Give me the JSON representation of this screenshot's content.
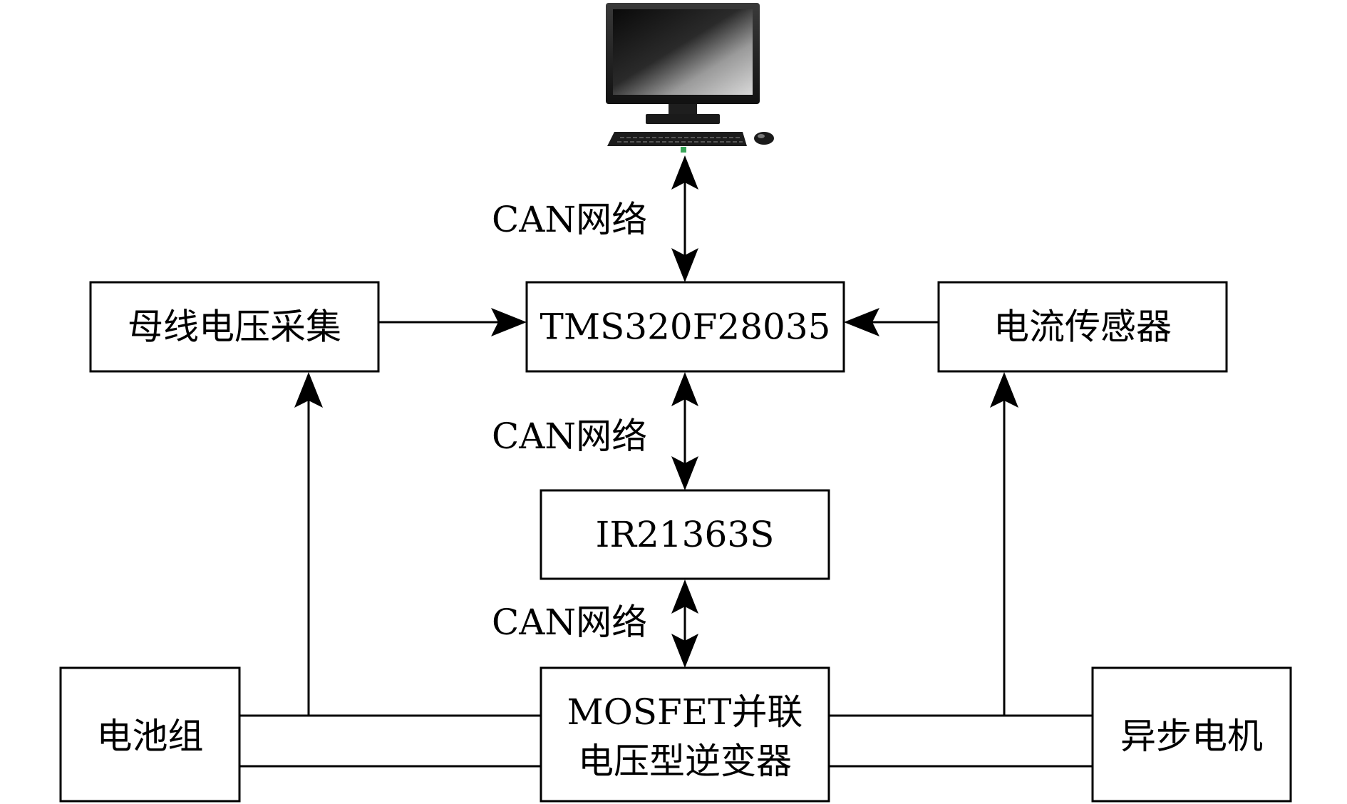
{
  "nodes": {
    "pc": {
      "kind": "computer"
    },
    "dsp": {
      "label": "TMS320F28035"
    },
    "bus_voltage": {
      "label": "母线电压采集"
    },
    "current_sensor": {
      "label": "电流传感器"
    },
    "driver": {
      "label": "IR21363S"
    },
    "inverter": {
      "label_line1": "MOSFET并联",
      "label_line2": "电压型逆变器"
    },
    "battery": {
      "label": "电池组"
    },
    "motor": {
      "label": "异步电机"
    }
  },
  "links": {
    "pc_dsp": {
      "label": "CAN网络"
    },
    "dsp_driver": {
      "label": "CAN网络"
    },
    "driver_inverter": {
      "label": "CAN网络"
    }
  },
  "colors": {
    "stroke": "#000000",
    "background": "#ffffff"
  }
}
